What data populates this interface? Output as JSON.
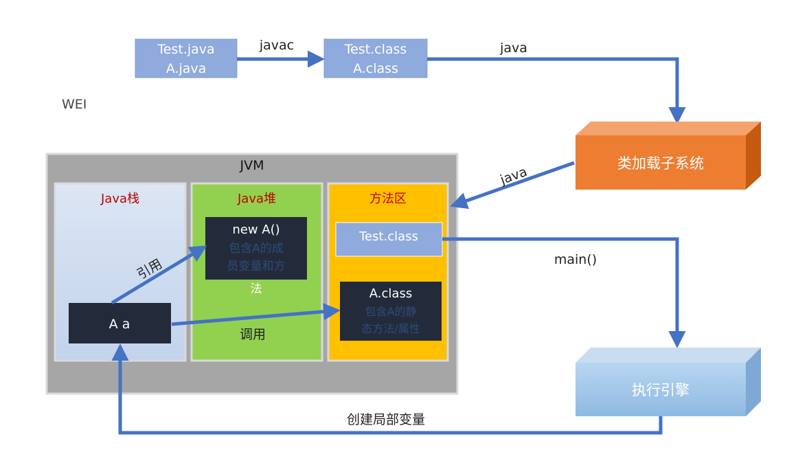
{
  "sources": {
    "line1": "Test.java",
    "line2": "A.java"
  },
  "compiled": {
    "line1": "Test.class",
    "line2": "A.class"
  },
  "labels": {
    "javac": "javac",
    "java_top": "java",
    "java_mid": "java",
    "main": "main()",
    "create_local": "创建局部变量",
    "reference": "引用",
    "invoke": "调用",
    "wei": "WEI"
  },
  "class_loader": "类加载子系统",
  "exec_engine": "执行引擎",
  "jvm": {
    "title": "JVM",
    "stack": {
      "title": "Java栈",
      "var": "A a"
    },
    "heap": {
      "title": "Java堆",
      "obj_title": "new A()",
      "obj_desc1": "包含A的成",
      "obj_desc2": "员变量和方",
      "obj_desc3": "法"
    },
    "method_area": {
      "title": "方法区",
      "test_class": "Test.class",
      "a_class": "A.class",
      "a_desc1": "包含A的静",
      "a_desc2": "态方法/属性"
    }
  },
  "colors": {
    "arrow": "#4472c4",
    "light_blue": "#8faadc",
    "dark_box": "#232b3a",
    "heap_green": "#92d050",
    "method_gold": "#ffc000",
    "loader_orange": "#ed7d31",
    "engine_blue": "#9dc3e6",
    "jvm_gray": "#a6a6a6",
    "title_red": "#c00000"
  }
}
